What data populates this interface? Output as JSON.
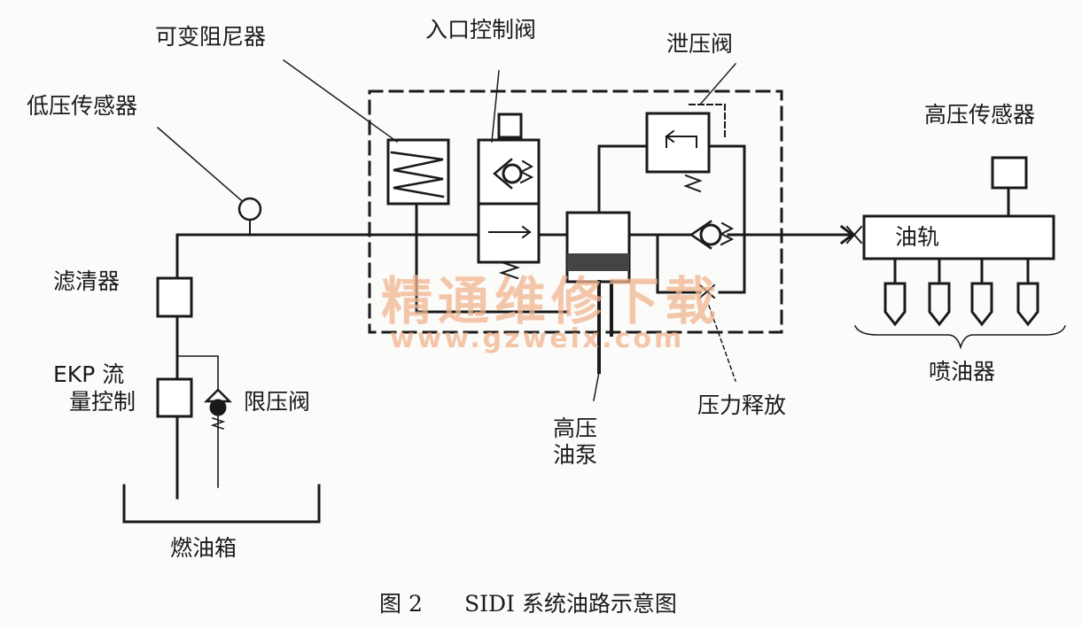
{
  "labels": {
    "variable_damper": "可变阻尼器",
    "inlet_control_valve": "入口控制阀",
    "relief_valve": "泄压阀",
    "low_pressure_sensor": "低压传感器",
    "high_pressure_sensor": "高压传感器",
    "filter": "滤清器",
    "ekp_flow_control_line1": "EKP 流",
    "ekp_flow_control_line2": "量控制",
    "pressure_limit_valve": "限压阀",
    "fuel_rail": "油轨",
    "injectors": "喷油器",
    "pressure_release": "压力释放",
    "hp_pump_line1": "高压",
    "hp_pump_line2": "油泵",
    "fuel_tank": "燃油箱"
  },
  "caption": {
    "figure_no": "图 2",
    "title": "SIDI 系统油路示意图"
  },
  "watermark": {
    "text": "精通维修下载",
    "url": "www.gzweix.com",
    "color": "#f2b58f"
  }
}
